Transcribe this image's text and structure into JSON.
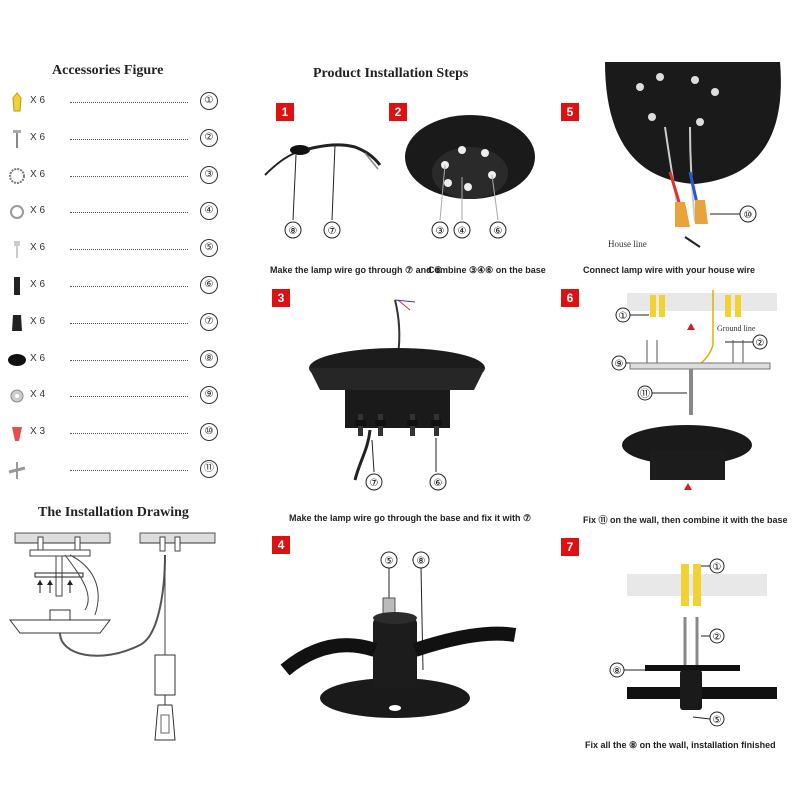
{
  "accessories": {
    "title": "Accessories Figure",
    "items": [
      {
        "qty": "X 6",
        "num": "①",
        "icon": "anchor-icon"
      },
      {
        "qty": "X 6",
        "num": "②",
        "icon": "screw-icon"
      },
      {
        "qty": "X 6",
        "num": "③",
        "icon": "lock-washer-icon"
      },
      {
        "qty": "X 6",
        "num": "④",
        "icon": "ring-washer-icon"
      },
      {
        "qty": "X 6",
        "num": "⑤",
        "icon": "bolt-icon"
      },
      {
        "qty": "X 6",
        "num": "⑥",
        "icon": "cord-grip-icon"
      },
      {
        "qty": "X 6",
        "num": "⑦",
        "icon": "cable-gland-icon"
      },
      {
        "qty": "X 6",
        "num": "⑧",
        "icon": "canopy-plate-icon"
      },
      {
        "qty": "X 4",
        "num": "⑨",
        "icon": "nut-icon"
      },
      {
        "qty": "X 3",
        "num": "⑩",
        "icon": "wire-nut-icon"
      },
      {
        "qty": "",
        "num": "⑪",
        "icon": "mounting-bracket-icon"
      }
    ]
  },
  "drawing": {
    "title": "The Installation Drawing"
  },
  "steps_title": "Product Installation Steps",
  "steps": {
    "s1": {
      "badge": "1",
      "caption": "Make the lamp wire go through ⑦ and ⑧",
      "labels": [
        "⑧",
        "⑦"
      ]
    },
    "s2": {
      "badge": "2",
      "caption": "Combine ③④⑥ on the base",
      "labels": [
        "③",
        "④",
        "⑥"
      ]
    },
    "s3": {
      "badge": "3",
      "caption": "Make the lamp wire go through the base and fix it with ⑦",
      "labels": [
        "⑦",
        "⑥"
      ]
    },
    "s4": {
      "badge": "4",
      "caption": "",
      "labels": [
        "⑤",
        "⑧"
      ]
    },
    "s5": {
      "badge": "5",
      "caption": "Connect lamp wire with your house wire",
      "labels": [
        "⑩"
      ],
      "house_line": "House line"
    },
    "s6": {
      "badge": "6",
      "caption": "Fix ⑪ on the wall, then combine it with the base",
      "labels": [
        "①",
        "②",
        "⑨",
        "⑪"
      ],
      "ground_line": "Ground line"
    },
    "s7": {
      "badge": "7",
      "caption": "Fix all the ⑧ on the wall, installation finished",
      "labels": [
        "①",
        "②",
        "⑧",
        "⑤"
      ]
    }
  },
  "colors": {
    "accent": "#d11111",
    "metal": "#222222",
    "anchor": "#f2d233",
    "wire_red": "#e03030",
    "wire_blue": "#2a56d6"
  }
}
